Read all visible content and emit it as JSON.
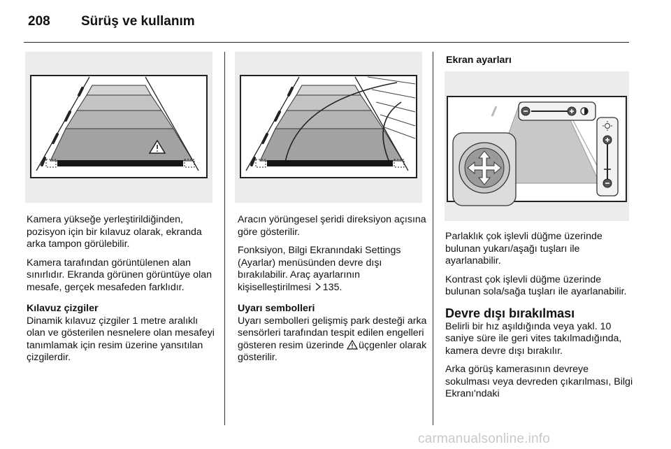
{
  "header": {
    "page_number": "208",
    "title": "Sürüş ve kullanım"
  },
  "col1": {
    "p1": "Kamera yükseğe yerleştirildiğinden, pozisyon için bir kılavuz olarak, ekranda arka tampon görülebilir.",
    "p2": "Kamera tarafından görüntülenen alan sınırlıdır. Ekranda görünen görüntüye olan mesafe, gerçek mesafeden farklıdır.",
    "heading": "Kılavuz çizgiler",
    "p3": "Dinamik kılavuz çizgiler 1 metre aralıklı olan ve gösterilen nesnelere olan mesafeyi tanımlamak için resim üzerine yansıtılan çizgilerdir."
  },
  "col2": {
    "p1": "Aracın yörüngesel şeridi direksiyon açısına göre gösterilir.",
    "p2": "Fonksiyon, Bilgi Ekranındaki Settings (Ayarlar) menüsünden devre dışı bırakılabilir. Araç ayarlarının kişiselleştirilmesi",
    "p2_ref": "135.",
    "heading": "Uyarı sembolleri",
    "p3": "Uyarı sembolleri gelişmiş park desteği arka sensörleri tarafından tespit edilen engelleri gösteren resim üzerinde",
    "p3_tail": "üçgenler olarak gösterilir."
  },
  "col3": {
    "title": "Ekran ayarları",
    "p1": "Parlaklık çok işlevli düğme üzerinde bulunan yukarı/aşağı tuşları ile ayarlanabilir.",
    "p2": "Kontrast çok işlevli düğme üzerinde bulunan sola/sağa tuşları ile ayarlanabilir.",
    "heading": "Devre dışı bırakılması",
    "p3": "Belirli bir hız aşıldığında veya yakl. 10 saniye süre ile geri vites takılmadığında, kamera devre dışı bırakılır.",
    "p4": "Arka görüş kamerasının devreye sokulması veya devreden çıkarılması, Bilgi Ekranı'ndaki"
  },
  "watermark": "carmanualsonline.info",
  "colors": {
    "text": "#111111",
    "figure_bg": "#ececec",
    "watermark": "#c8c8c8"
  },
  "icons": [
    "warning-triangle-icon",
    "page-reference-arrow-icon",
    "brightness-sun-icon",
    "contrast-icon",
    "four-way-arrow-icon"
  ]
}
